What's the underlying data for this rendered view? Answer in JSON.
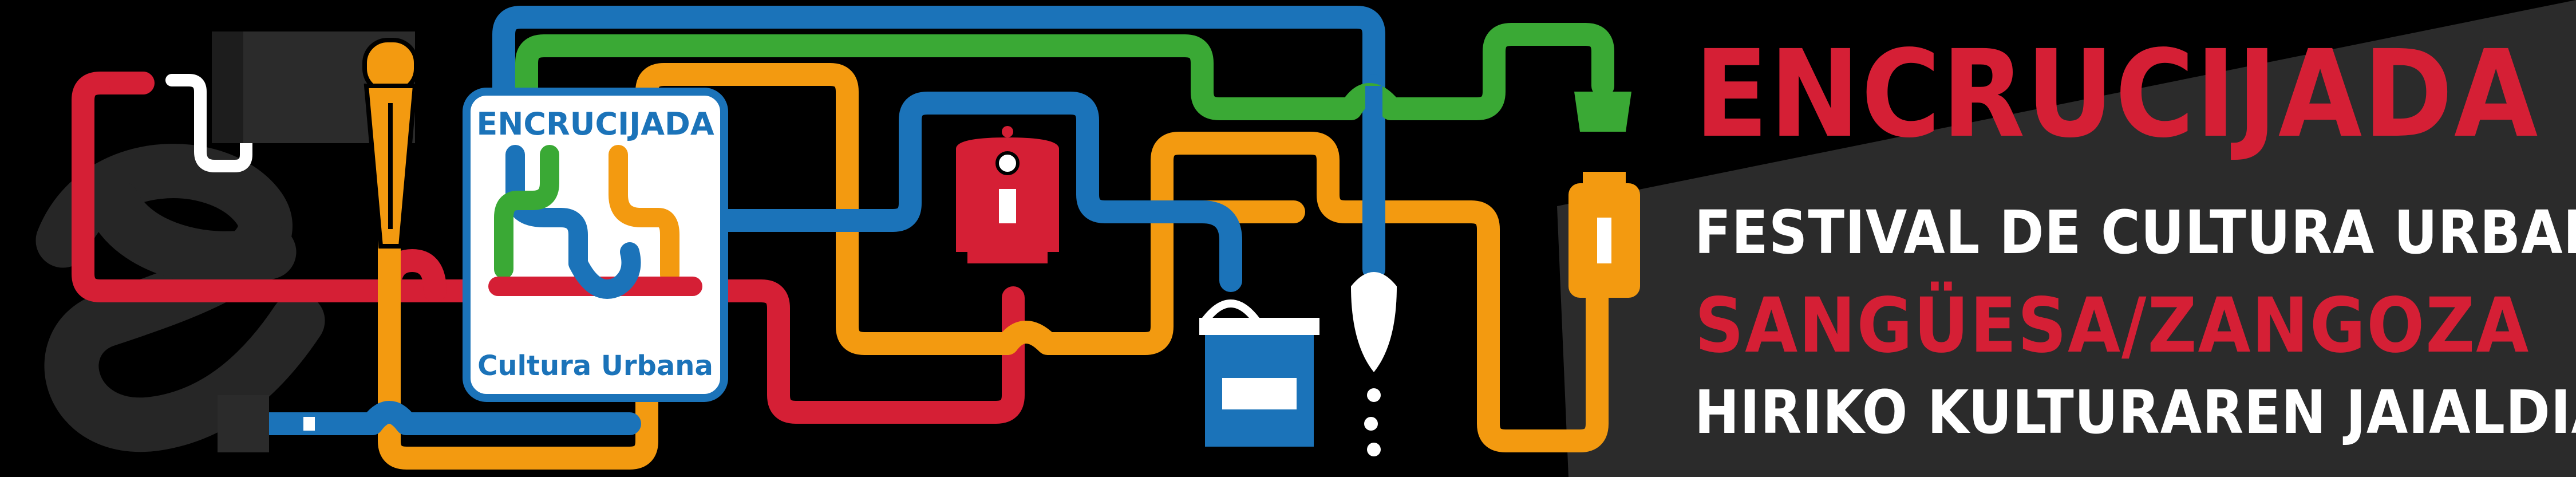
{
  "poster": {
    "title": "ENCRUCIJADA",
    "line1": "FESTIVAL DE CULTURA URBANA",
    "line2": "SANGÜESA/ZANGOZA",
    "line3": "HIRIKO KULTURAREN JAIALDIA"
  },
  "logo": {
    "title": "ENCRUCIJADA",
    "subtitle": "Cultura Urbana"
  },
  "colors": {
    "background": "#000000",
    "red": "#d51f35",
    "blue": "#1b73b9",
    "green": "#3aa935",
    "orange": "#f39a10",
    "white": "#ffffff",
    "gray": "#2b2b2b"
  }
}
